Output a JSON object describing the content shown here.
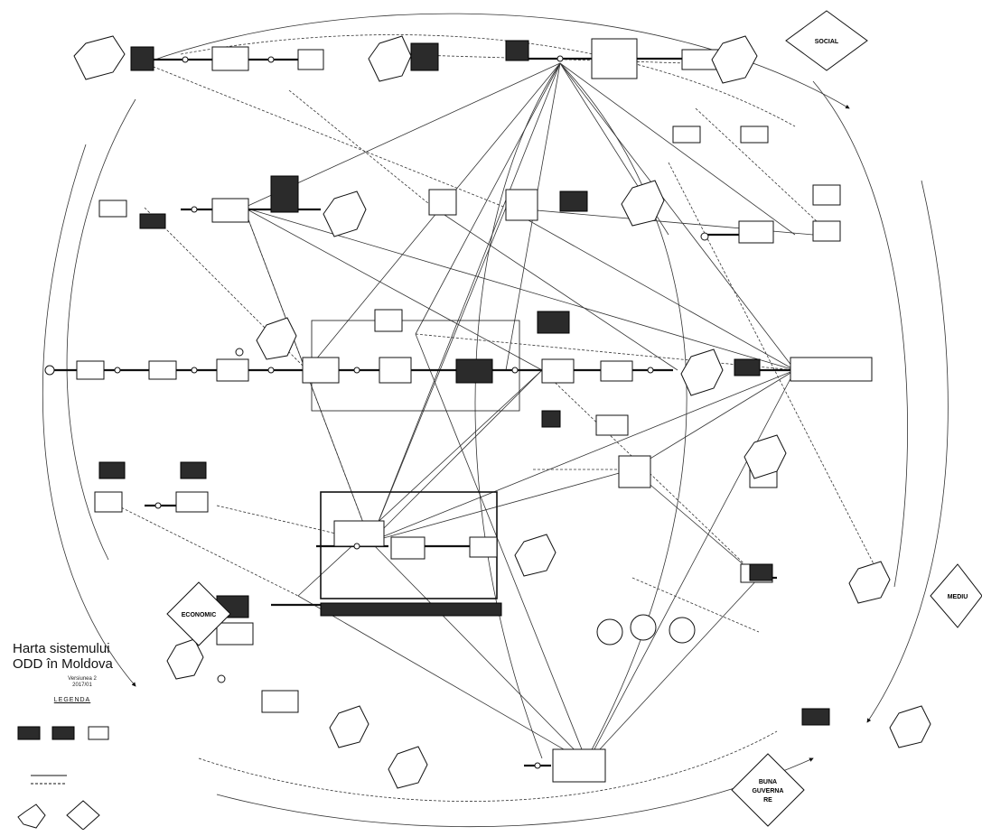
{
  "title": {
    "line1": "Harta sistemului",
    "line2": "ODD în Moldova",
    "version": "Versiunea 2",
    "year": "2017/01"
  },
  "legend": {
    "heading": "LEGENDA"
  },
  "sectors": {
    "social": "SOCIAL",
    "economic": "ECONOMIC",
    "mediu": "MEDIU",
    "guvernare_line1": "BUNA",
    "guvernare_line2": "GUVERNA",
    "guvernare_line3": "RE"
  },
  "colors": {
    "line": "#111111",
    "stock_dark": "#2b2b2b",
    "background": "#ffffff"
  }
}
